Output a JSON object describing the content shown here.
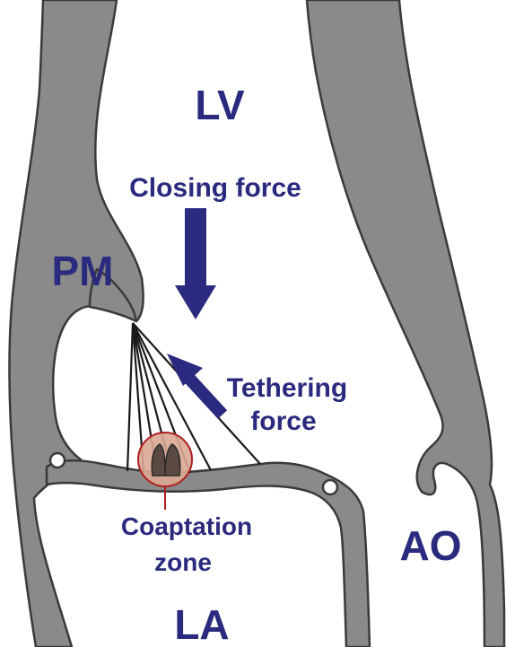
{
  "labels": {
    "lv": "LV",
    "closing_force": "Closing force",
    "pm": "PM",
    "tethering_force_line1": "Tethering",
    "tethering_force_line2": "force",
    "coaptation_zone_line1": "Coaptation",
    "coaptation_zone_line2": "zone",
    "ao": "AO",
    "la": "LA"
  },
  "colors": {
    "tissue": "#8a8a8a",
    "tissue_outline": "#3a3a3a",
    "arrow": "#2a2a7e",
    "label_text": "#2a2a7e",
    "coaptation_fill": "#d9a894",
    "coaptation_outline": "#b02020",
    "coaptation_leaflets": "#5a4a42",
    "chordae": "#1a1a1a"
  }
}
